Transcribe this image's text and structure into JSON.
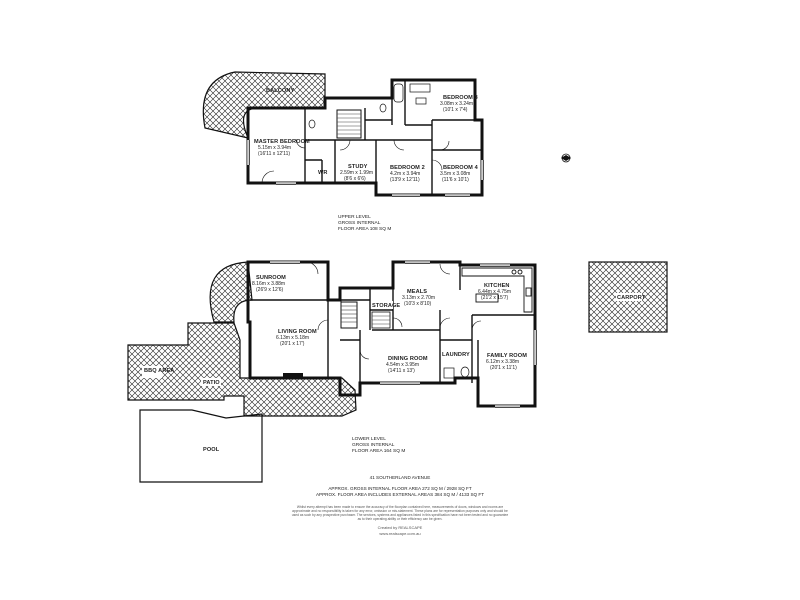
{
  "upper_level": {
    "caption": [
      "UPPER LEVEL",
      "GROSS INTERNAL",
      "FLOOR AREA 108 SQ M"
    ],
    "rooms": [
      {
        "id": "balcony",
        "name": "BALCONY"
      },
      {
        "id": "master",
        "name": "MASTER BEDROOM",
        "metric": "5.15m x 3.94m",
        "imperial": "(16'11 x 12'11)"
      },
      {
        "id": "wr",
        "name": "WR"
      },
      {
        "id": "study",
        "name": "STUDY",
        "metric": "2.59m x 1.99m",
        "imperial": "(8'6 x 6'6)"
      },
      {
        "id": "bed2",
        "name": "BEDROOM 2",
        "metric": "4.2m x 3.94m",
        "imperial": "(13'9 x 12'11)"
      },
      {
        "id": "bed3",
        "name": "BEDROOM 3",
        "metric": "3.08m x 3.24m",
        "imperial": "(10'1 x 7'4)"
      },
      {
        "id": "bed4",
        "name": "BEDROOM 4",
        "metric": "3.5m x 3.08m",
        "imperial": "(11'6 x 10'1)"
      }
    ]
  },
  "lower_level": {
    "caption": [
      "LOWER LEVEL",
      "GROSS INTERNAL",
      "FLOOR AREA 164 SQ M"
    ],
    "rooms": [
      {
        "id": "sunroom",
        "name": "SUNROOM",
        "metric": "8.16m x 3.88m",
        "imperial": "(26'9 x 12'6)"
      },
      {
        "id": "living",
        "name": "LIVING ROOM",
        "metric": "6.13m x 5.18m",
        "imperial": "(20'1 x 17')"
      },
      {
        "id": "storage",
        "name": "STORAGE"
      },
      {
        "id": "meals",
        "name": "MEALS",
        "metric": "3.13m x 2.70m",
        "imperial": "(10'3 x 8'10)"
      },
      {
        "id": "kitchen",
        "name": "KITCHEN",
        "metric": "6.44m x 4.75m",
        "imperial": "(21'2 x 15'7)"
      },
      {
        "id": "dining",
        "name": "DINING ROOM",
        "metric": "4.54m x 3.95m",
        "imperial": "(14'11 x 13')"
      },
      {
        "id": "laundry",
        "name": "LAUNDRY"
      },
      {
        "id": "family",
        "name": "FAMILY ROOM",
        "metric": "6.12m x 3.38m",
        "imperial": "(20'1 x 11'1)"
      },
      {
        "id": "bbq",
        "name": "BBQ AREA"
      },
      {
        "id": "patio",
        "name": "PATIO"
      },
      {
        "id": "pool",
        "name": "POOL"
      },
      {
        "id": "carport",
        "name": "CARPORT"
      }
    ]
  },
  "footer": {
    "address": "41 SOUTHERLAND AVENUE",
    "area_internal": "APPROX. GROSS INTERNAL FLOOR AREA 272 SQ M / 2928 SQ FT",
    "area_external": "APPROX. FLOOR AREA INCLUDES EXTERNAL AREAS 384 SQ M / 4133 SQ FT",
    "disclaimer": [
      "Whilst every attempt has been made to ensure the accuracy of the floorplan contained here, measurements of doors, windows and rooms are",
      "approximate and no responsibility is taken for any error, omission or mis-statement. These plans are for representation purposes only and should be",
      "used as such by any prospective purchaser. The services, systems and appliances listed in this specification have not been tested and no guarantee",
      "as to their operating ability or their efficiency can be given."
    ],
    "created_by": "Created by REALSCAPE",
    "website": "www.realscape.com.au"
  },
  "colors": {
    "wall": "#111111",
    "hatch": "#222222",
    "stair": "#444444"
  },
  "icons": [
    "compass-icon",
    "stair-icon",
    "bath-icon"
  ]
}
